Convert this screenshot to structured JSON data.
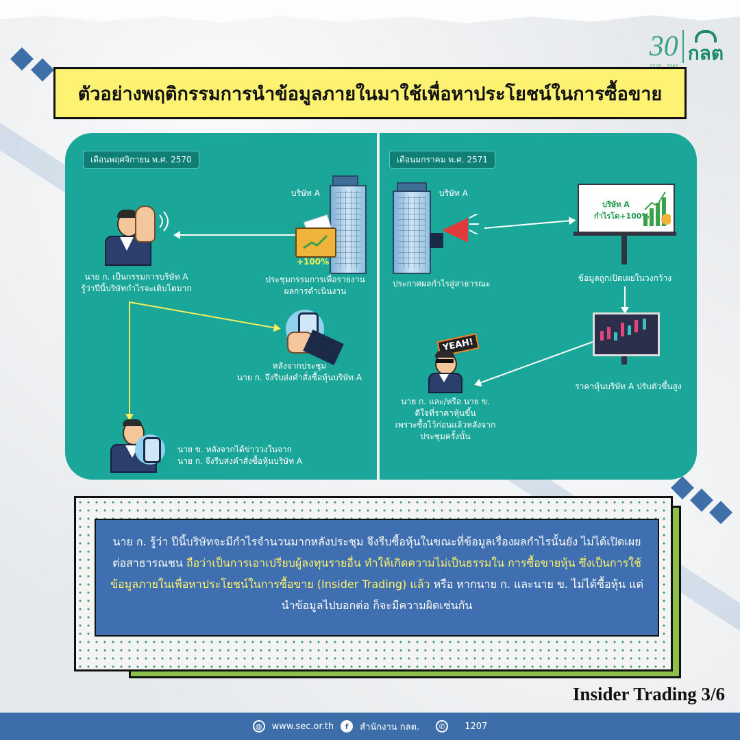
{
  "title": "ตัวอย่างพฤติกรรมการนำข้อมูลภายในมาใช้เพื่อหาประโยชน์ในการซื้อขาย",
  "logo": {
    "anniversary": "30",
    "years": "2535 - 2565",
    "org": "กลต"
  },
  "left_panel": {
    "date": "เดือนพฤศจิกายน พ.ศ. 2570",
    "company_label": "บริษัท A",
    "growth_label": "+100%",
    "meeting_caption": [
      "ประชุมกรรมการเพื่อรายงาน",
      "ผลการดำเนินงาน"
    ],
    "mr_k_caption": [
      "นาย ก. เป็นกรรมการบริษัท A",
      "รู้ว่าปีนี้บริษัทกำไรจะเติบโตมาก"
    ],
    "after_meeting_caption": [
      "หลังจากประชุม",
      "นาย ก. จึงรีบส่งคำสั่งซื้อหุ้นบริษัท A"
    ],
    "mr_kh_caption": [
      "นาย ข. หลังจากได้ข่าววงในจาก",
      "นาย ก. จึงรีบส่งคำสั่งซื้อหุ้นบริษัท A"
    ]
  },
  "right_panel": {
    "date": "เดือนมกราคม พ.ศ. 2571",
    "company_label": "บริษัท A",
    "announce_caption": "ประกาศผลกำไรสู่สาธารณะ",
    "billboard_lines": [
      "บริษัท A",
      "กำไรโต+100%"
    ],
    "disclosed_caption": "ข้อมูลถูกเปิดเผยในวงกว้าง",
    "price_caption": "ราคาหุ้นบริษัท A ปรับตัวขึ้นสูง",
    "yeah_text": "YEAH!",
    "happy_caption": [
      "นาย ก. และ/หรือ นาย ข.",
      "ดีใจที่ราคาหุ้นขึ้น",
      "เพราะซื้อไว้ก่อนแล้วหลังจาก",
      "ประชุมครั้งนั้น"
    ]
  },
  "note": {
    "part1": "นาย ก. รู้ว่า ปีนี้บริษัทจะมีกำไรจำนวนมากหลังประชุม จึงรีบซื้อหุ้นในขณะที่ข้อมูลเรื่องผลกำไรนั้นยัง ไม่ได้เปิดเผยต่อสาธารณชน ",
    "part2": "ถือว่าเป็นการเอาเปรียบผู้ลงทุนรายอื่น ทำให้เกิดความไม่เป็นธรรมใน การซื้อขายหุ้น ซึ่งเป็นการใช้ข้อมูลภายในเพื่อหาประโยชน์ในการซื้อขาย (Insider Trading) แล้ว",
    "part3": " หรือ หากนาย ก. และนาย ข. ไม่ได้ซื้อหุ้น แต่นำข้อมูลไปบอกต่อ ก็จะมีความผิดเช่นกัน"
  },
  "page_label": "Insider Trading 3/6",
  "footer": {
    "website": "www.sec.or.th",
    "facebook": "สำนักงาน กลต.",
    "hotline": "1207"
  },
  "colors": {
    "panel": "#1ba69a",
    "title_bg": "#fdf271",
    "note_bg": "#3f6fb0",
    "highlight": "#fff26a",
    "footer": "#3d6eaa"
  }
}
